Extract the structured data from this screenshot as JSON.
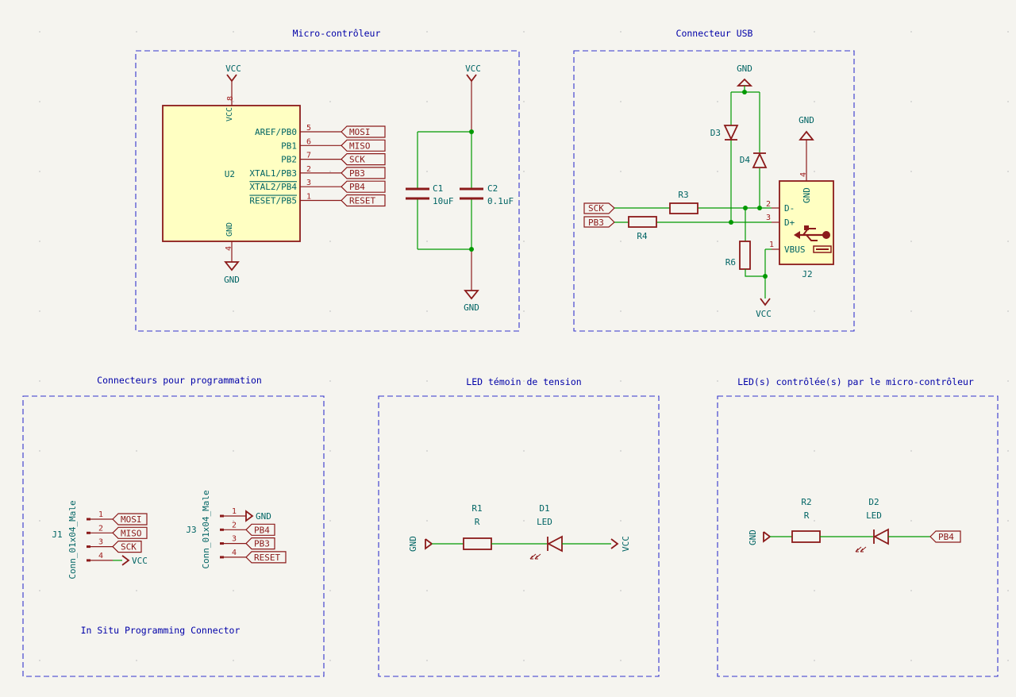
{
  "frames": {
    "mcu": "Micro-contrôleur",
    "usb": "Connecteur USB",
    "prog": "Connecteurs pour programmation",
    "ledpow": "LED témoin de tension",
    "ledmcu": "LED(s) contrôlée(s) par le micro-contrôleur"
  },
  "u2": {
    "ref": "U2",
    "pin_vcc_name": "VCC",
    "pin_vcc_num": "8",
    "pin_gnd_name": "GND",
    "pin_gnd_num": "4",
    "pins": [
      {
        "name": "AREF/PB0",
        "num": "5",
        "label": "MOSI"
      },
      {
        "name": "PB1",
        "num": "6",
        "label": "MISO"
      },
      {
        "name": "PB2",
        "num": "7",
        "label": "SCK"
      },
      {
        "name": "XTAL1/PB3",
        "num": "2",
        "label": "PB3"
      },
      {
        "name": "XTAL2/PB4",
        "num": "3",
        "label": "PB4"
      },
      {
        "name": "RESET/PB5",
        "num": "1",
        "label": "RESET"
      }
    ]
  },
  "power": {
    "vcc": "VCC",
    "gnd": "GND"
  },
  "c1": {
    "ref": "C1",
    "value": "10uF"
  },
  "c2": {
    "ref": "C2",
    "value": "0.1uF"
  },
  "usb": {
    "d3": "D3",
    "d4": "D4",
    "r3": "R3",
    "r4": "R4",
    "r6": "R6",
    "j2": "J2",
    "sck": "SCK",
    "pb3": "PB3",
    "pin_dm": "D-",
    "pin_dp": "D+",
    "pin_vbus": "VBUS",
    "pin_gnd": "GND",
    "num_dm": "2",
    "num_dp": "3",
    "num_vbus": "1",
    "num_gnd": "4"
  },
  "j1": {
    "ref": "J1",
    "value": "Conn_01x04_Male",
    "pins": [
      {
        "num": "1",
        "label": "MOSI"
      },
      {
        "num": "2",
        "label": "MISO"
      },
      {
        "num": "3",
        "label": "SCK"
      },
      {
        "num": "4",
        "label": "VCC"
      }
    ]
  },
  "j3": {
    "ref": "J3",
    "value": "Conn_01x04_Male",
    "pins": [
      {
        "num": "1",
        "label": "GND"
      },
      {
        "num": "2",
        "label": "PB4"
      },
      {
        "num": "3",
        "label": "PB3"
      },
      {
        "num": "4",
        "label": "RESET"
      }
    ]
  },
  "isp_note": "In Situ Programming Connector",
  "r1": {
    "ref": "R1",
    "value": "R"
  },
  "d1": {
    "ref": "D1",
    "value": "LED"
  },
  "r2": {
    "ref": "R2",
    "value": "R"
  },
  "d2": {
    "ref": "D2",
    "value": "LED"
  },
  "pb4": "PB4"
}
